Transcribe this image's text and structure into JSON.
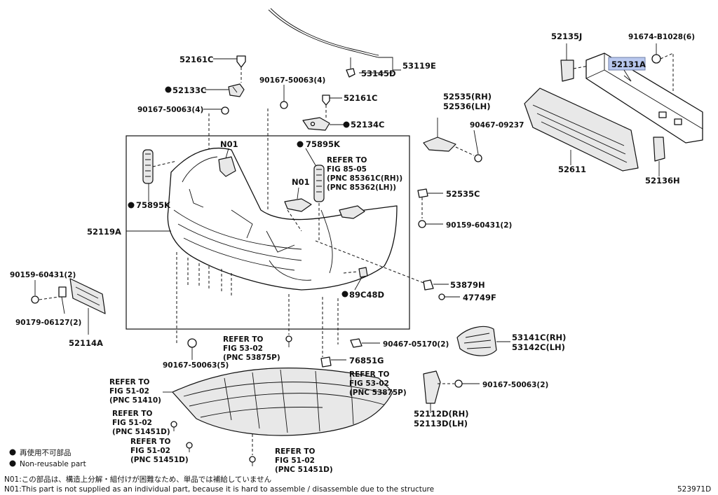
{
  "labels": {
    "p52161c_top": "52161C",
    "p52133c": "52133C",
    "p90167_4_top": "90167-50063(4)",
    "p90167_4_left": "90167-50063(4)",
    "p52161c_mid": "52161C",
    "p53145d": "53145D",
    "p53119e": "53119E",
    "p52134c": "52134C",
    "p52135j": "52135J",
    "p91674": "91674-B1028(6)",
    "p52131a": "52131A",
    "p52535rh": "52535(RH)",
    "p52536lh": "52536(LH)",
    "p90467_09237": "90467-09237",
    "p52611": "52611",
    "p52136h": "52136H",
    "n01_a": "N01",
    "p75895k_a": "75895K",
    "refer_85": "REFER TO",
    "fig_85": "FIG 85-05",
    "pnc_85361": "(PNC 85361C(RH))",
    "pnc_85362": "(PNC 85362(LH))",
    "n01_b": "N01",
    "p75895k_b": "75895K",
    "p52535c": "52535C",
    "p90159_r": "90159-60431(2)",
    "p52119a": "52119A",
    "p90159_l": "90159-60431(2)",
    "p53879h": "53879H",
    "p47749f": "47749F",
    "p89c48d": "89C48D",
    "p90179": "90179-06127(2)",
    "p52114a": "52114A",
    "p53141c": "53141C(RH)",
    "p53142c": "53142C(LH)",
    "refer_53a": "REFER TO",
    "fig_53a": "FIG 53-02",
    "pnc_53a": "(PNC 53875P)",
    "p90467_05170": "90467-05170(2)",
    "p90167_5": "90167-50063(5)",
    "p76851g": "76851G",
    "refer_53b": "REFER TO",
    "fig_53b": "FIG 53-02",
    "pnc_53b": "(PNC 53875P)",
    "refer_51a": "REFER TO",
    "fig_51a": "FIG 51-02",
    "pnc_51a": "(PNC 51410)",
    "p90167_2": "90167-50063(2)",
    "p52112d": "52112D(RH)",
    "p52113d": "52113D(LH)",
    "refer_51b": "REFER TO",
    "fig_51b": "FIG 51-02",
    "pnc_51b": "(PNC 51451D)",
    "refer_51c": "REFER TO",
    "fig_51c": "FIG 51-02",
    "pnc_51c": "(PNC 51451D)",
    "refer_51d": "REFER TO",
    "fig_51d": "FIG 51-02",
    "pnc_51d": "(PNC 51451D)"
  },
  "legend": {
    "jp": "再使用不可部品",
    "en": "Non-reusable part"
  },
  "notes": {
    "n01_jp": "N01:この部品は、構造上分解・組付けが困難なため、単品では補給していません",
    "n01_en": "N01:This part is not supplied as an individual part, because it is hard to assemble / disassemble due to the structure"
  },
  "diagram_id": "523971D",
  "highlight": {
    "part": "52131A",
    "color": "#b9c8ee"
  }
}
